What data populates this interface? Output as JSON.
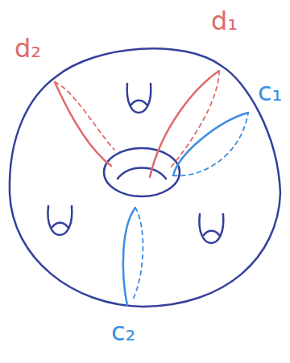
{
  "diagram": {
    "labels": [
      "d₂",
      "d₁",
      "c₁",
      "c₂"
    ]
  }
}
